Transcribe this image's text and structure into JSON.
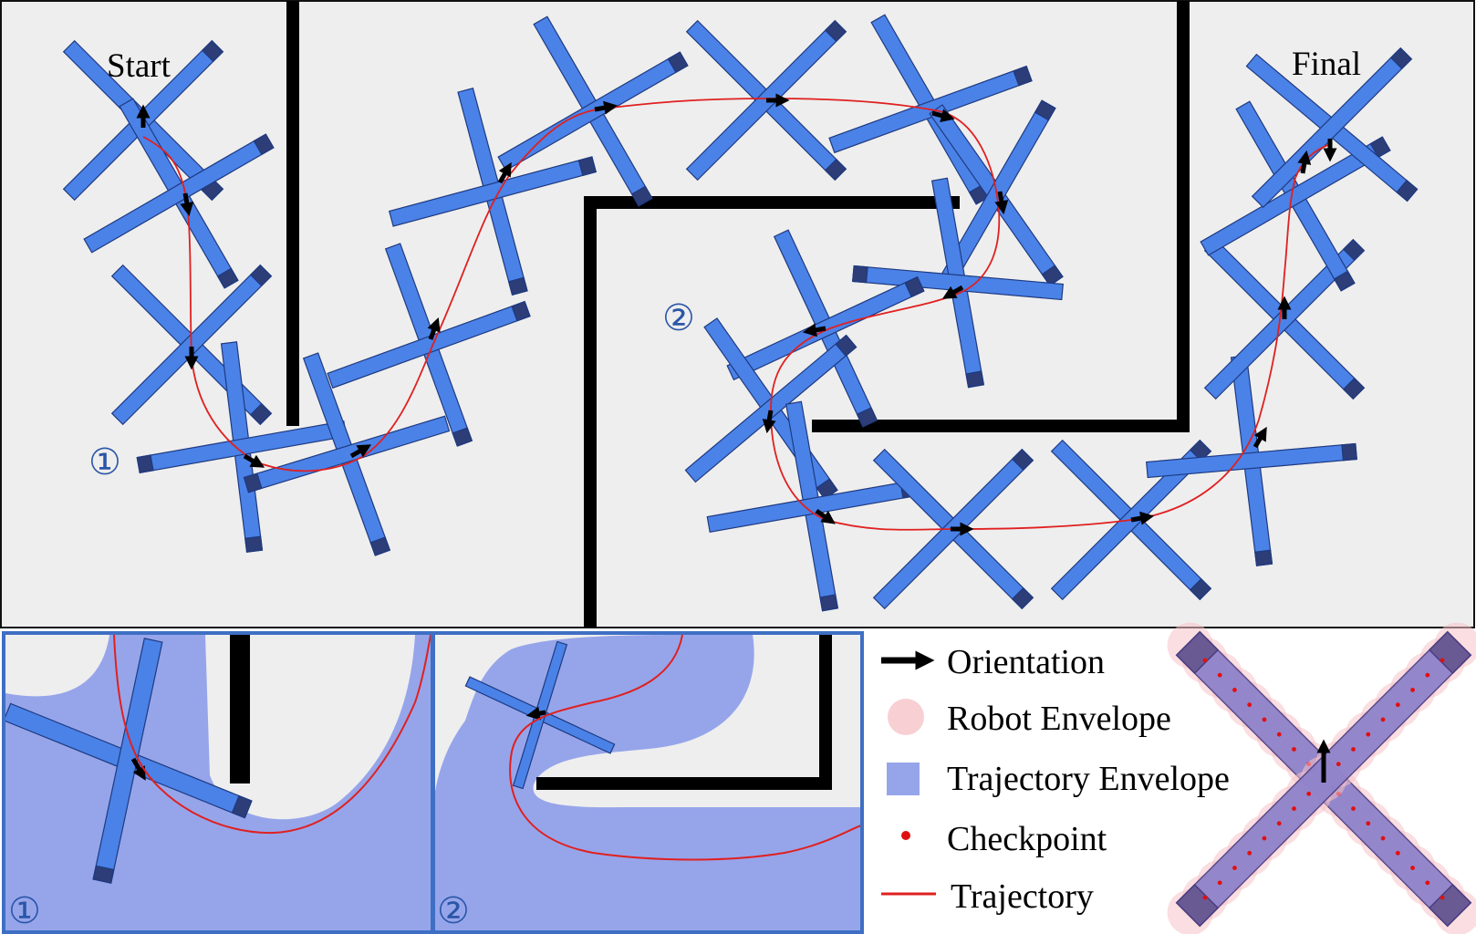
{
  "main_panel": {
    "start_label": "Start",
    "final_label": "Final",
    "marker_1": "①",
    "marker_2": "②"
  },
  "inset_1": {
    "marker": "①"
  },
  "inset_2": {
    "marker": "②"
  },
  "legend": {
    "items": [
      {
        "key": "orientation",
        "label": "Orientation"
      },
      {
        "key": "robot_envelope",
        "label": "Robot Envelope"
      },
      {
        "key": "trajectory_envelope",
        "label": "Trajectory Envelope"
      },
      {
        "key": "checkpoint",
        "label": "Checkpoint"
      },
      {
        "key": "trajectory",
        "label": "Trajectory"
      }
    ]
  },
  "colors": {
    "panel_background": "#eeeeee",
    "robot_arm": "#4a82e8",
    "robot_tip": "#2c3d78",
    "wall": "#000000",
    "trajectory": "#e02020",
    "trajectory_envelope": "#96a5ea",
    "robot_envelope": "#f6c3c8",
    "checkpoint": "#e01010",
    "inset_border": "#3f6fc4",
    "marker_text": "#2b56a8"
  }
}
